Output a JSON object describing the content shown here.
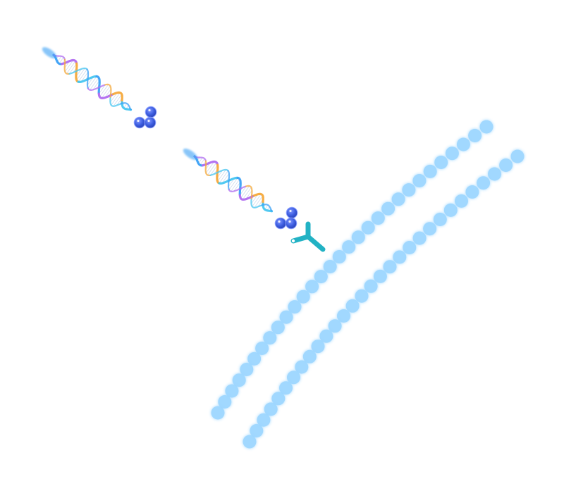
{
  "scene": {
    "background": "#ffffff",
    "description_icons": [
      "dna-strand-icon",
      "molecule-cluster-icon",
      "antibody-icon",
      "membrane-bilayer-icon"
    ]
  },
  "colors": {
    "membrane_bead": "#9cd6ff",
    "membrane_glow": "#8fd0ff",
    "dna_blue": "#3aa0f5",
    "dna_purple": "#b06cf0",
    "dna_orange": "#f6a93a",
    "dna_cyan": "#47c6f0",
    "dna_rung": "#b9cbe6",
    "molecule_blue": "#3d5ee0",
    "molecule_dark": "#2a43b8",
    "antibody_teal": "#22b2c4"
  },
  "elements": {
    "dna_strands": 2,
    "molecule_clusters": 2,
    "antibodies": 1,
    "membrane_layers": 2
  }
}
